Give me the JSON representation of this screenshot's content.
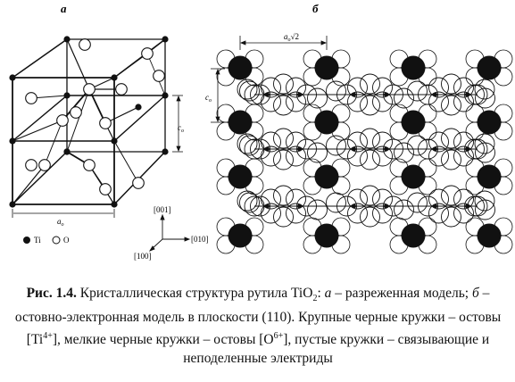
{
  "figure": {
    "panel_a_label": "а",
    "panel_b_label": "б",
    "panel_a": {
      "axis_c": "c",
      "axis_c_sub": "o",
      "axis_a": "a",
      "axis_a_sub": "o",
      "legend_ti": "Ti",
      "legend_o": "O",
      "dir_001": "[001]",
      "dir_010": "[010]",
      "dir_100": "[100]"
    },
    "panel_b": {
      "dim_a_prefix": "a",
      "dim_a_sub": "o",
      "dim_a_suffix": "√2",
      "dim_c": "c",
      "dim_c_sub": "o"
    }
  },
  "caption": {
    "label": "Рис. 1.4.",
    "part1": " Кристаллическая структура рутила TiO",
    "sub2": "2",
    "part2": ": ",
    "a_letter": "а",
    "part3": " – разреженная модель; ",
    "b_letter": "б",
    "part4": " – остовно-электронная модель в плоскости (110). Крупные черные кружки – остовы [Ti",
    "sup_ti": "4+",
    "part5": "], мелкие черные кружки – остовы [O",
    "sup_o": "6+",
    "part6": "], пустые кружки – связывающие и неподеленные электриды"
  }
}
